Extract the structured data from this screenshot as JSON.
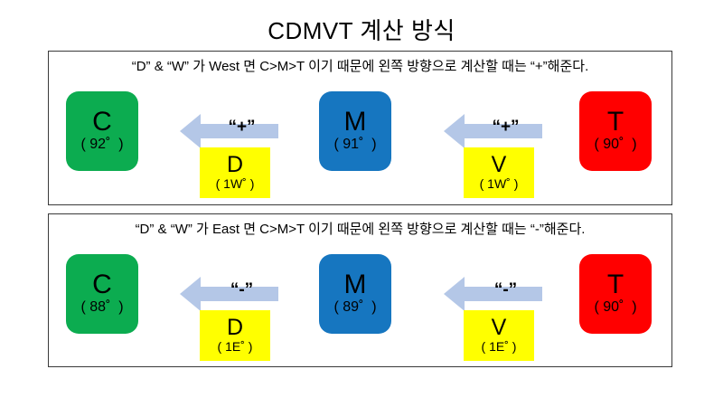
{
  "title": "CDMVT 계산 방식",
  "colors": {
    "green": "#0cac50",
    "blue": "#1676c0",
    "red": "#ff0000",
    "yellow": "#ffff00",
    "arrow": "#b4c7e7",
    "border": "#3a3a3a"
  },
  "panels": [
    {
      "header": "“D” & “W” 가 West 면 C>M>T 이기 때문에 왼쪽 방향으로 계산할 때는 “+”해준다.",
      "c": {
        "letter": "C",
        "value": "( 92˚  )"
      },
      "m": {
        "letter": "M",
        "value": "( 91˚  )"
      },
      "t": {
        "letter": "T",
        "value": "( 90˚  )"
      },
      "d": {
        "letter": "D",
        "value": "( 1W˚ )"
      },
      "v": {
        "letter": "V",
        "value": "( 1W˚ )"
      },
      "arrow_left_label": "“+”",
      "arrow_right_label": "“+”"
    },
    {
      "header": "“D” & “W” 가 East 면 C>M>T 이기 때문에 왼쪽 방향으로 계산할 때는 “-”해준다.",
      "c": {
        "letter": "C",
        "value": "( 88˚  )"
      },
      "m": {
        "letter": "M",
        "value": "( 89˚  )"
      },
      "t": {
        "letter": "T",
        "value": "( 90˚  )"
      },
      "d": {
        "letter": "D",
        "value": "( 1E˚ )"
      },
      "v": {
        "letter": "V",
        "value": "( 1E˚ )"
      },
      "arrow_left_label": "“-”",
      "arrow_right_label": "“-”"
    }
  ]
}
